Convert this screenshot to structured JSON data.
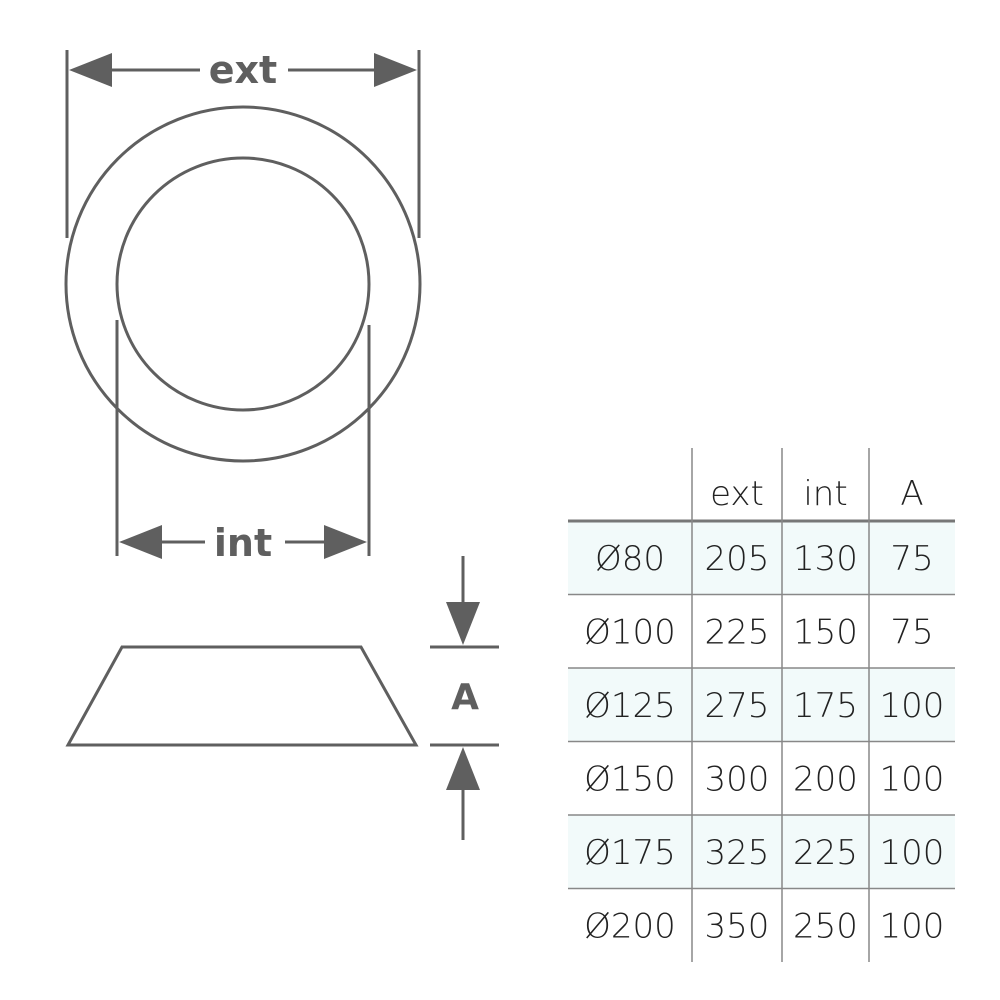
{
  "labels": {
    "ext": "ext",
    "int": "int",
    "height": "A"
  },
  "table": {
    "headers": [
      "",
      "ext",
      "int",
      "A"
    ],
    "rows": [
      [
        "Ø80",
        "205",
        "130",
        "75"
      ],
      [
        "Ø100",
        "225",
        "150",
        "75"
      ],
      [
        "Ø125",
        "275",
        "175",
        "100"
      ],
      [
        "Ø150",
        "300",
        "200",
        "100"
      ],
      [
        "Ø175",
        "325",
        "225",
        "100"
      ],
      [
        "Ø200",
        "350",
        "250",
        "100"
      ]
    ]
  },
  "colors": {
    "line": "#5f5f5f",
    "grid": "#888888",
    "stripe": "#f2fafa"
  }
}
